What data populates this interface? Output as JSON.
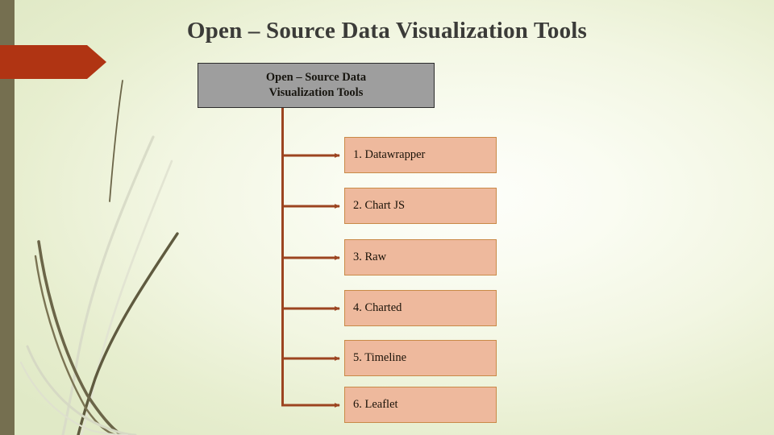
{
  "slide": {
    "title": "Open – Source Data Visualization Tools",
    "background_color": "#f2f6e2",
    "accent_color": "#b03413",
    "band_color": "#756f50"
  },
  "diagram": {
    "type": "tree",
    "root": {
      "label_line1": "Open – Source Data",
      "label_line2": "Visualization Tools",
      "fill_color": "#9e9e9e",
      "border_color": "#2c2c2c"
    },
    "connector_color": "#9c4420",
    "leaf_fill_color": "#eeb99d",
    "leaf_border_color": "#c98a47",
    "items": [
      {
        "label": "1. Datawrapper"
      },
      {
        "label": "2. Chart JS"
      },
      {
        "label": "3. Raw"
      },
      {
        "label": "4. Charted"
      },
      {
        "label": "5. Timeline"
      },
      {
        "label": "6. Leaflet"
      }
    ]
  },
  "decor": {
    "arrow_name": "red-arrow-banner",
    "grass_name": "grass-blades-decoration"
  }
}
